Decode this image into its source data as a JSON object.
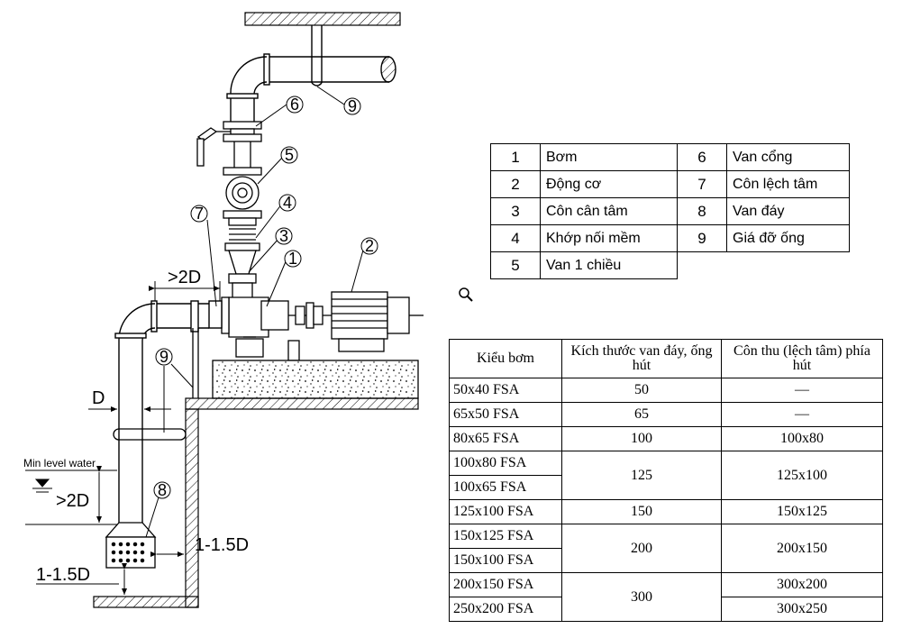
{
  "labels": {
    "gt2d_top": ">2D",
    "d": "D",
    "min_level": "Min level water",
    "gt2d_left": ">2D",
    "one_to_1_5d_right": "1-1.5D",
    "one_to_1_5d_bottom": "1-1.5D"
  },
  "callouts": [
    "1",
    "2",
    "3",
    "4",
    "5",
    "6",
    "7",
    "8",
    "9",
    "9"
  ],
  "legend": [
    {
      "n1": "1",
      "t1": "Bơm",
      "n2": "6",
      "t2": "Van cổng"
    },
    {
      "n1": "2",
      "t1": "Động cơ",
      "n2": "7",
      "t2": "Côn lệch tâm"
    },
    {
      "n1": "3",
      "t1": "Côn cân tâm",
      "n2": "8",
      "t2": "Van đáy"
    },
    {
      "n1": "4",
      "t1": "Khớp nối mềm",
      "n2": "9",
      "t2": "Giá đỡ ống"
    },
    {
      "n1": "5",
      "t1": "Van 1 chiều"
    }
  ],
  "spec": {
    "headers": [
      "Kiểu bơm",
      "Kích thước van đáy, ống hút",
      "Côn thu (lệch tâm) phía hút"
    ],
    "rows": [
      [
        "50x40 FSA",
        "50",
        "—"
      ],
      [
        "65x50 FSA",
        "65",
        "—"
      ],
      [
        "80x65 FSA",
        "100",
        "100x80"
      ],
      [
        "100x80 FSA",
        "125",
        "125x100"
      ],
      [
        "100x65 FSA"
      ],
      [
        "125x100 FSA",
        "150",
        "150x125"
      ],
      [
        "150x125 FSA",
        "200",
        "200x150"
      ],
      [
        "150x100 FSA"
      ],
      [
        "200x150 FSA",
        "300",
        "300x200"
      ],
      [
        "250x200 FSA",
        "300x250"
      ]
    ]
  },
  "icons": {
    "zoom": "magnifier-icon"
  }
}
